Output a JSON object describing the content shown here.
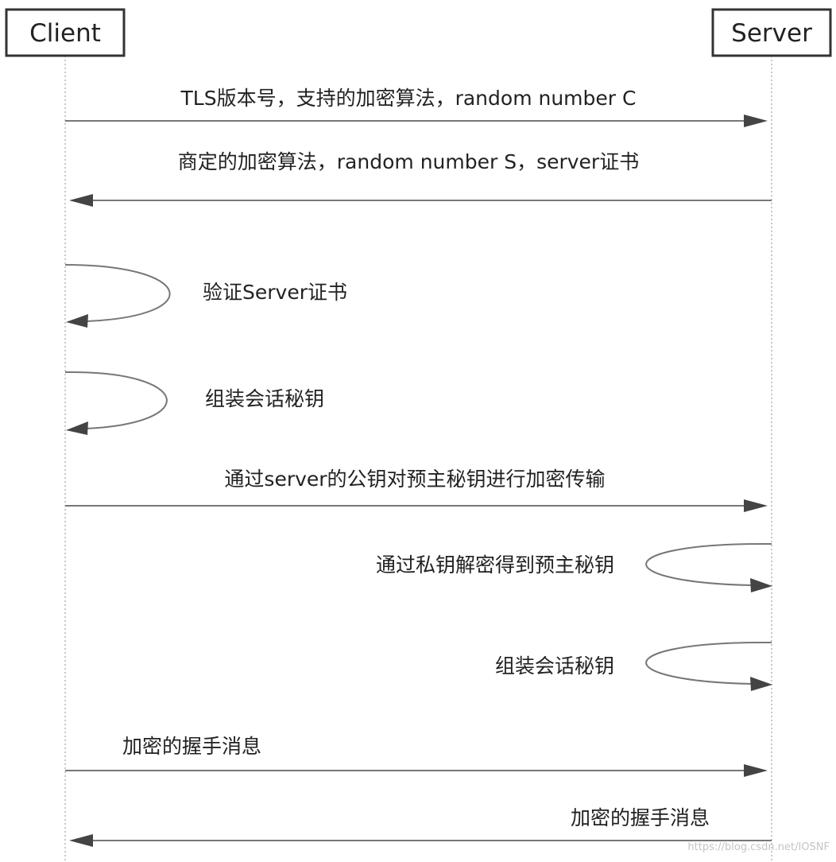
{
  "actors": {
    "client": "Client",
    "server": "Server"
  },
  "messages": [
    {
      "id": "m1",
      "label": "TLS版本号，支持的加密算法，random number C"
    },
    {
      "id": "m2",
      "label": "商定的加密算法，random number S，server证书"
    },
    {
      "id": "m3",
      "label": "验证Server证书"
    },
    {
      "id": "m4",
      "label": "组装会话秘钥"
    },
    {
      "id": "m5",
      "label": "通过server的公钥对预主秘钥进行加密传输"
    },
    {
      "id": "m6",
      "label": "通过私钥解密得到预主秘钥"
    },
    {
      "id": "m7",
      "label": "组装会话秘钥"
    },
    {
      "id": "m8",
      "label": "加密的握手消息"
    },
    {
      "id": "m9",
      "label": "加密的握手消息"
    }
  ],
  "watermark": "https://blog.csdn.net/IOSNF",
  "colors": {
    "line": "#777777",
    "arrow": "#444444",
    "text": "#222222"
  }
}
